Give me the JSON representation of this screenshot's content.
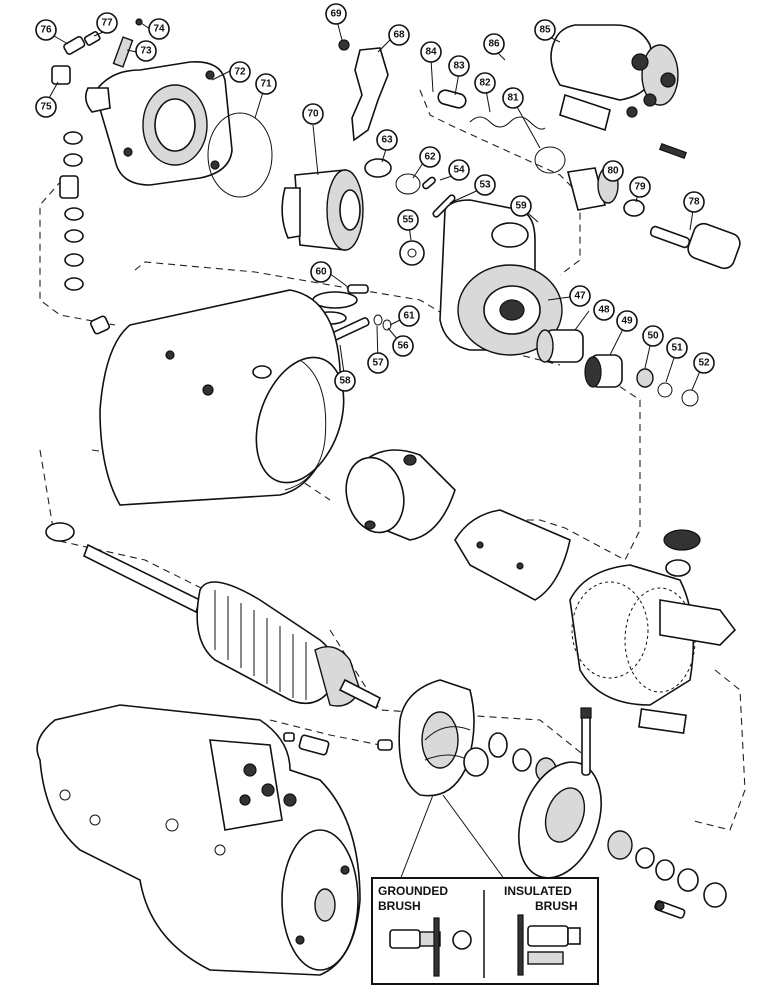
{
  "callouts": [
    {
      "label": "76"
    },
    {
      "label": "77"
    },
    {
      "label": "74"
    },
    {
      "label": "73"
    },
    {
      "label": "75"
    },
    {
      "label": "72"
    },
    {
      "label": "71"
    },
    {
      "label": "69"
    },
    {
      "label": "68"
    },
    {
      "label": "70"
    },
    {
      "label": "84"
    },
    {
      "label": "83"
    },
    {
      "label": "86"
    },
    {
      "label": "85"
    },
    {
      "label": "82"
    },
    {
      "label": "81"
    },
    {
      "label": "63"
    },
    {
      "label": "62"
    },
    {
      "label": "54"
    },
    {
      "label": "53"
    },
    {
      "label": "59"
    },
    {
      "label": "80"
    },
    {
      "label": "79"
    },
    {
      "label": "78"
    },
    {
      "label": "55"
    },
    {
      "label": "47"
    },
    {
      "label": "60"
    },
    {
      "label": "61"
    },
    {
      "label": "56"
    },
    {
      "label": "57"
    },
    {
      "label": "58"
    },
    {
      "label": "48"
    },
    {
      "label": "49"
    },
    {
      "label": "50"
    },
    {
      "label": "51"
    },
    {
      "label": "52"
    }
  ],
  "inset": {
    "left_title_line1": "GROUNDED",
    "left_title_line2": "BRUSH",
    "right_title_line1": "INSULATED",
    "right_title_line2": "BRUSH"
  }
}
